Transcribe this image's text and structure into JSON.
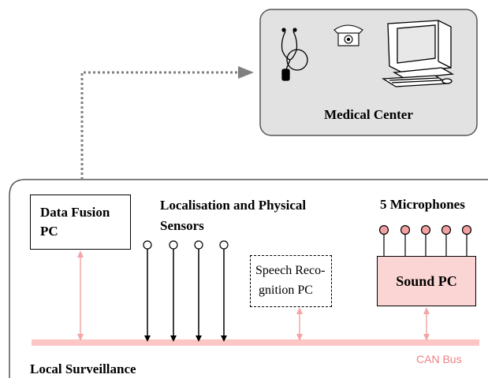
{
  "medical_center": {
    "title": "Medical Center"
  },
  "data_fusion": {
    "line1": "Data Fusion",
    "line2": "PC"
  },
  "sensors": {
    "line1": "Localisation and Physical",
    "line2": "Sensors",
    "count": 4
  },
  "speech": {
    "line1": "Speech Reco-",
    "line2": "gnition PC"
  },
  "microphones": {
    "title": "5 Microphones",
    "count": 5
  },
  "sound_pc": {
    "label": "Sound PC"
  },
  "bus": {
    "label": "CAN Bus"
  },
  "local_surveillance": {
    "title": "Local Surveillance"
  },
  "colors": {
    "bus": "#fbc6c4",
    "bus_label": "#f08080",
    "connector": "#f4a6a6",
    "mic_fill": "#f3a0a2",
    "medical_fill": "#e2e2e2",
    "link": "#808080",
    "sound_fill": "#fbd5d3"
  },
  "icons": [
    "stethoscope-icon",
    "telephone-icon",
    "computer-icon"
  ]
}
